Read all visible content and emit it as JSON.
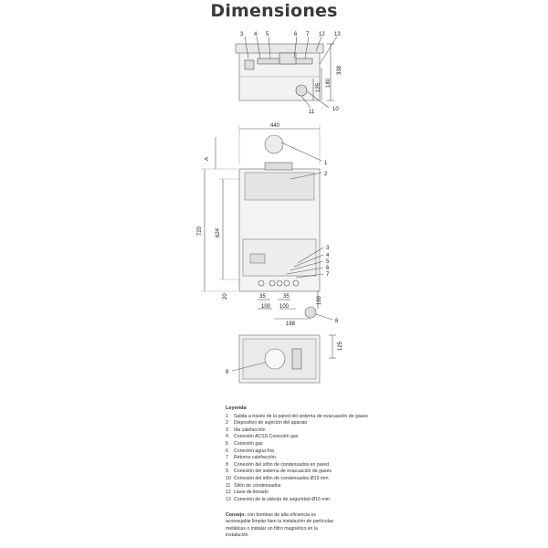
{
  "title": "Dimensiones",
  "top_view": {
    "labels": [
      "3",
      "4",
      "5",
      "6",
      "7",
      "12",
      "13",
      "11",
      "10"
    ],
    "dims": [
      "338",
      "180",
      "125"
    ]
  },
  "front_view": {
    "width": "440",
    "height_a": "A",
    "height_total": "720",
    "height_inner": "624",
    "bottom": "20",
    "spacing": [
      "35",
      "35",
      "100",
      "100"
    ],
    "offset": "188",
    "depth": "160",
    "callouts": [
      "1",
      "2",
      "3",
      "4",
      "5",
      "6",
      "7",
      "8"
    ]
  },
  "bottom_view": {
    "label": "9",
    "dim": "125"
  },
  "legend": {
    "title": "Leyenda",
    "items": [
      {
        "num": "1",
        "text": "Salida a través de la pared del sistema de evacuación de gases"
      },
      {
        "num": "2",
        "text": "Dispositivo de sujeción del aparato"
      },
      {
        "num": "3",
        "text": "Ida calefacción"
      },
      {
        "num": "4",
        "text": "Conexión ACSS Conexión gas"
      },
      {
        "num": "5",
        "text": "Conexión gas"
      },
      {
        "num": "6",
        "text": "Conexión agua fría"
      },
      {
        "num": "7",
        "text": "Retorno calefacción"
      },
      {
        "num": "8",
        "text": "Conexión del sifón de condensados en pared"
      },
      {
        "num": "9",
        "text": "Conexión del sistema de evacuación de gases"
      },
      {
        "num": "10",
        "text": "Conexión del sifón de condensados Ø19 mm"
      },
      {
        "num": "11",
        "text": "Sifón de condensados"
      },
      {
        "num": "12",
        "text": "Llave de llenado"
      },
      {
        "num": "13",
        "text": "Conexión de la válvula de seguridad Ø15 mm"
      }
    ]
  },
  "tip": {
    "label": "Consejo:",
    "text": "con bombas de alta eficiencia es aconsejable limpiar bien la instalación de partículas metálicas o instalar un filtro magnético en la instalación"
  }
}
